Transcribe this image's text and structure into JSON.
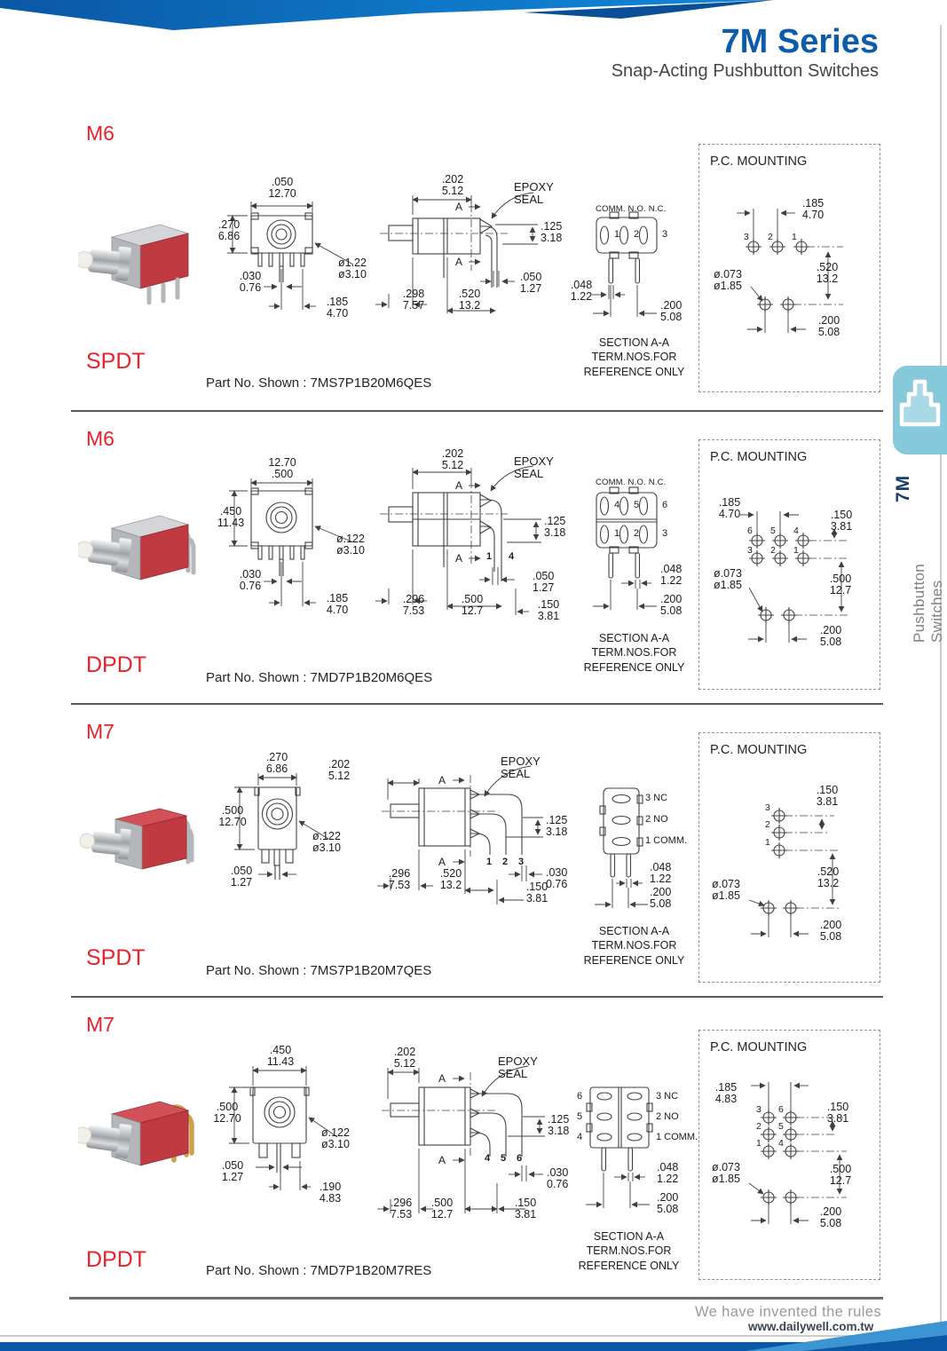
{
  "header": {
    "series": "7M Series",
    "subtitle": "Snap-Acting Pushbutton Switches"
  },
  "sidebar": {
    "series": "7M",
    "label": "Pushbutton Switches",
    "tab_color": "#85c9da"
  },
  "footer": {
    "tagline": "We have invented the rules",
    "url": "www.dailywell.com.tw"
  },
  "colors": {
    "accent_blue": "#0d5cab",
    "label_red": "#e4232b",
    "tab_blue": "#85c9da"
  },
  "sections": [
    {
      "model": "M6",
      "pole": "SPDT",
      "part_no": "Part No. Shown : 7MS7P1B20M6QES",
      "labels": {
        "epoxy": "EPOXY\nSEAL",
        "a": "A",
        "comm": "COMM. N.O. N.C.",
        "note": "SECTION A-A\nTERM.NOS.FOR\nREFERENCE ONLY"
      },
      "terms": [
        "1",
        "2",
        "3"
      ],
      "dims": {
        "front_w": ".050\n12.70",
        "front_h": ".270\n6.86",
        "pin_w": ".030\n0.76",
        "pin_sp": ".185\n4.70",
        "dia": "ø1.22\nø3.10",
        "side_top": ".202\n5.12",
        "side_r1": ".125\n3.18",
        "side_r2": ".050\n1.27",
        "side_b1": ".298\n7.57",
        "side_b2": ".520\n13.2",
        "sect_d1": ".048\n1.22",
        "sect_d2": ".200\n5.08"
      },
      "pc": {
        "title": "P.C. MOUNTING",
        "holes": [
          "3",
          "2",
          "1"
        ],
        "d1": ".185\n4.70",
        "d2": ".520\n13.2",
        "d3": "ø.073\nø1.85",
        "d4": ".200\n5.08"
      }
    },
    {
      "model": "M6",
      "pole": "DPDT",
      "part_no": "Part No. Shown : 7MD7P1B20M6QES",
      "labels": {
        "epoxy": "EPOXY\nSEAL",
        "a": "A",
        "comm": "COMM. N.O. N.C.",
        "note": "SECTION A-A\nTERM.NOS.FOR\nREFERENCE ONLY"
      },
      "pins": [
        "1",
        "4"
      ],
      "terms_top": [
        "4",
        "5",
        "6"
      ],
      "terms_bot": [
        "1",
        "2",
        "3"
      ],
      "dims": {
        "front_w": "12.70\n.500",
        "front_h": ".450\n11.43",
        "pin_w": ".030\n0.76",
        "pin_sp": ".185\n4.70",
        "dia": "ø.122\nø3.10",
        "side_top": ".202\n5.12",
        "side_r1": ".125\n3.18",
        "side_r2": ".050\n1.27",
        "side_b1": ".296\n7.53",
        "side_b2": ".500\n12.7",
        "side_b3": ".150\n3.81",
        "sect_d1": ".048\n1.22",
        "sect_d2": ".200\n5.08"
      },
      "pc": {
        "title": "P.C. MOUNTING",
        "holes_top": [
          "6",
          "5",
          "4"
        ],
        "holes_bot": [
          "3",
          "2",
          "1"
        ],
        "d1": ".185\n4.70",
        "d1b": ".150\n3.81",
        "d2": ".500\n12.7",
        "d3": "ø.073\nø1.85",
        "d4": ".200\n5.08"
      }
    },
    {
      "model": "M7",
      "pole": "SPDT",
      "part_no": "Part No. Shown : 7MS7P1B20M7QES",
      "labels": {
        "epoxy": "EPOXY\nSEAL",
        "a": "A",
        "note": "SECTION A-A\nTERM.NOS.FOR\nREFERENCE ONLY"
      },
      "pins": [
        "1",
        "2",
        "3"
      ],
      "terms": [
        "3 NC",
        "2 NO",
        "1 COMM."
      ],
      "dims": {
        "front_w": ".270\n6.86",
        "front_h": ".500\n12.70",
        "pin_w": ".050\n1.27",
        "dia": "ø.122\nø3.10",
        "side_top": ".202\n5.12",
        "side_r1": ".125\n3.18",
        "side_b1": ".296\n7.53",
        "side_b2": ".520\n13.2",
        "side_b3": ".150\n3.81",
        "side_b4": ".030\n0.76",
        "sect_d1": ".048\n1.22",
        "sect_d2": ".200\n5.08"
      },
      "pc": {
        "title": "P.C. MOUNTING",
        "holes": [
          "3",
          "2",
          "1"
        ],
        "d1": ".150\n3.81",
        "d2": ".520\n13.2",
        "d3": "ø.073\nø1.85",
        "d4": ".200\n5.08"
      }
    },
    {
      "model": "M7",
      "pole": "DPDT",
      "part_no": "Part No. Shown : 7MD7P1B20M7RES",
      "labels": {
        "epoxy": "EPOXY\nSEAL",
        "a": "A",
        "note": "SECTION A-A\nTERM.NOS.FOR\nREFERENCE ONLY"
      },
      "pins": [
        "4",
        "5",
        "6"
      ],
      "terms_left": [
        "6",
        "5",
        "4"
      ],
      "terms_right": [
        "3 NC",
        "2 NO",
        "1 COMM."
      ],
      "dims": {
        "front_w": ".450\n11.43",
        "front_h": ".500\n12.70",
        "pin_w": ".050\n1.27",
        "pin_sp": ".190\n4.83",
        "dia": "ø.122\nø3.10",
        "side_top": ".202\n5.12",
        "side_r1": ".125\n3.18",
        "side_r2": ".030\n0.76",
        "side_b1": ".296\n7.53",
        "side_b2": ".500\n12.7",
        "side_b3": ".150\n3.81",
        "sect_d1": ".048\n1.22",
        "sect_d2": ".200\n5.08"
      },
      "pc": {
        "title": "P.C. MOUNTING",
        "holes_left": [
          "3",
          "2",
          "1"
        ],
        "holes_right": [
          "6",
          "5",
          "4"
        ],
        "d1": ".185\n4.83",
        "d1b": ".150\n3.81",
        "d2": ".500\n12.7",
        "d3": "ø.073\nø1.85",
        "d4": ".200\n5.08"
      }
    }
  ]
}
